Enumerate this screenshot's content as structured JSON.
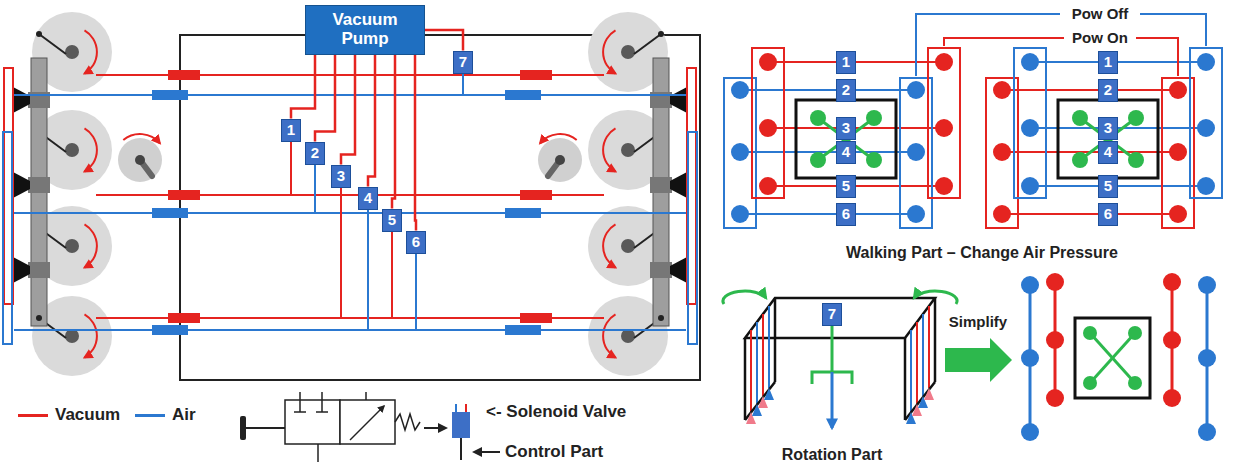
{
  "diagram": {
    "nodes": [
      {
        "text": [
          "Vacuum Pump"
        ]
      },
      {
        "text": [
          "1"
        ]
      },
      {
        "text": [
          "2"
        ]
      },
      {
        "text": [
          "3"
        ]
      },
      {
        "text": [
          "4"
        ]
      },
      {
        "text": [
          "5"
        ]
      },
      {
        "text": [
          "6"
        ]
      },
      {
        "text": [
          "7"
        ]
      },
      {
        "text": [
          "1"
        ]
      },
      {
        "text": [
          "2"
        ]
      },
      {
        "text": [
          "3"
        ]
      },
      {
        "text": [
          "4"
        ]
      },
      {
        "text": [
          "5"
        ]
      },
      {
        "text": [
          "6"
        ]
      },
      {
        "text": [
          "1"
        ]
      },
      {
        "text": [
          "2"
        ]
      },
      {
        "text": [
          "3"
        ]
      },
      {
        "text": [
          "4"
        ]
      },
      {
        "text": [
          "5"
        ]
      },
      {
        "text": [
          "6"
        ]
      },
      {
        "text": [
          "7"
        ]
      }
    ],
    "edges": [
      {
        "from": 0,
        "to": 1,
        "arrow": "none"
      },
      {
        "from": 0,
        "to": 2,
        "arrow": "none"
      },
      {
        "from": 0,
        "to": 3,
        "arrow": "none"
      },
      {
        "from": 0,
        "to": 4,
        "arrow": "none"
      },
      {
        "from": 0,
        "to": 5,
        "arrow": "none"
      },
      {
        "from": 0,
        "to": 6,
        "arrow": "none"
      },
      {
        "from": 0,
        "to": 7,
        "arrow": "none"
      }
    ],
    "labels": [
      "Pow Off",
      "Pow On",
      "Walking Part – Change Air Pressure",
      "Simplify",
      "Rotation Part",
      "<- Solenoid Valve",
      "Control Part"
    ],
    "legend": [
      {
        "text": "Vacuum"
      },
      {
        "text": "Air"
      }
    ]
  }
}
